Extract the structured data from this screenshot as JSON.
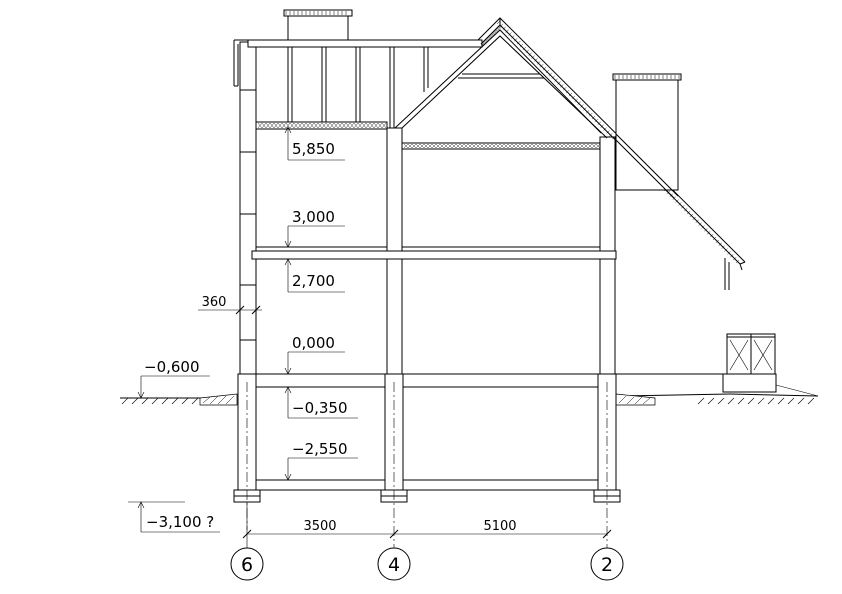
{
  "levels": {
    "l5850": "5,850",
    "l3000": "3,000",
    "l2700": "2,700",
    "l0000": "0,000",
    "lm0600": "−0,600",
    "lm0350": "−0,350",
    "lm2550": "−2,550",
    "lm3100": "−3,100 ?"
  },
  "dimensions": {
    "wall": "360",
    "span_6_4": "3500",
    "span_4_2": "5100"
  },
  "axes": {
    "a6": "6",
    "a4": "4",
    "a2": "2"
  }
}
